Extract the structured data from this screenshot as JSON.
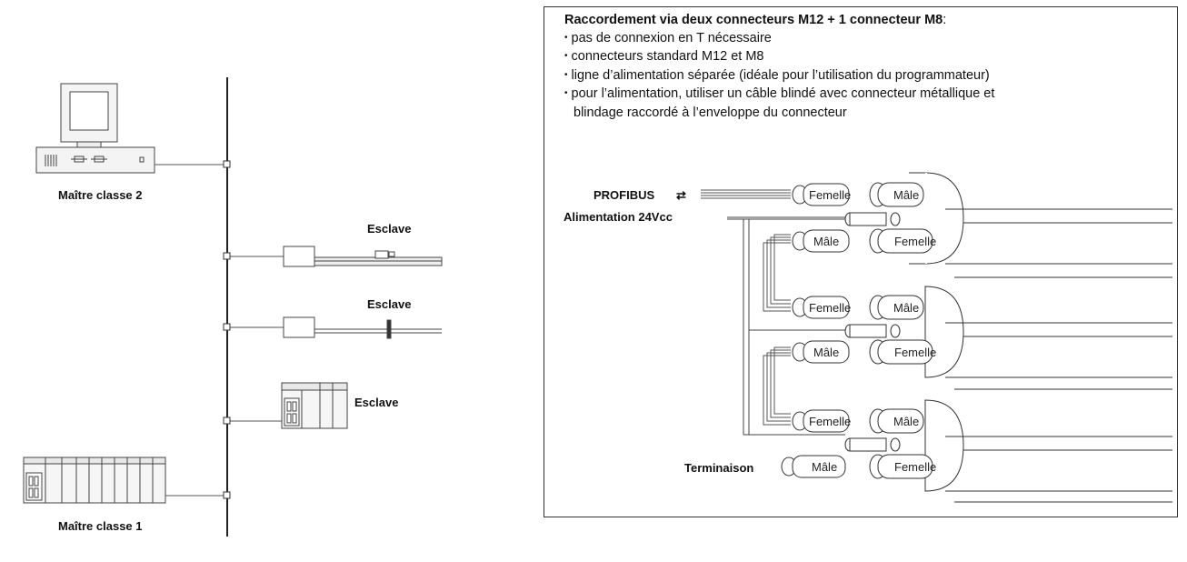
{
  "network": {
    "labels": {
      "master2": "Maître classe 2",
      "master1": "Maître classe 1",
      "slave1": "Esclave",
      "slave2": "Esclave",
      "slave3": "Esclave"
    }
  },
  "panel": {
    "title": "Raccordement via deux connecteurs M12 + 1 connecteur M8",
    "title_suffix": ":",
    "bullets": [
      "pas de connexion en T nécessaire",
      "connecteurs standard M12 et M8",
      "ligne d’alimentation séparée (idéale pour l’utilisation du programmateur)",
      "pour l’alimentation, utiliser un câble blindé avec connecteur métallique et"
    ],
    "bullet_continuation": "blindage raccordé à l’enveloppe du connecteur",
    "bullet_glyph": "•"
  },
  "wiring": {
    "profibus": "PROFIBUS",
    "profibus_arrow": "⇄",
    "power": "Alimentation  24Vcc",
    "termination": "Terminaison",
    "female": "Femelle",
    "male": "Mâle"
  }
}
